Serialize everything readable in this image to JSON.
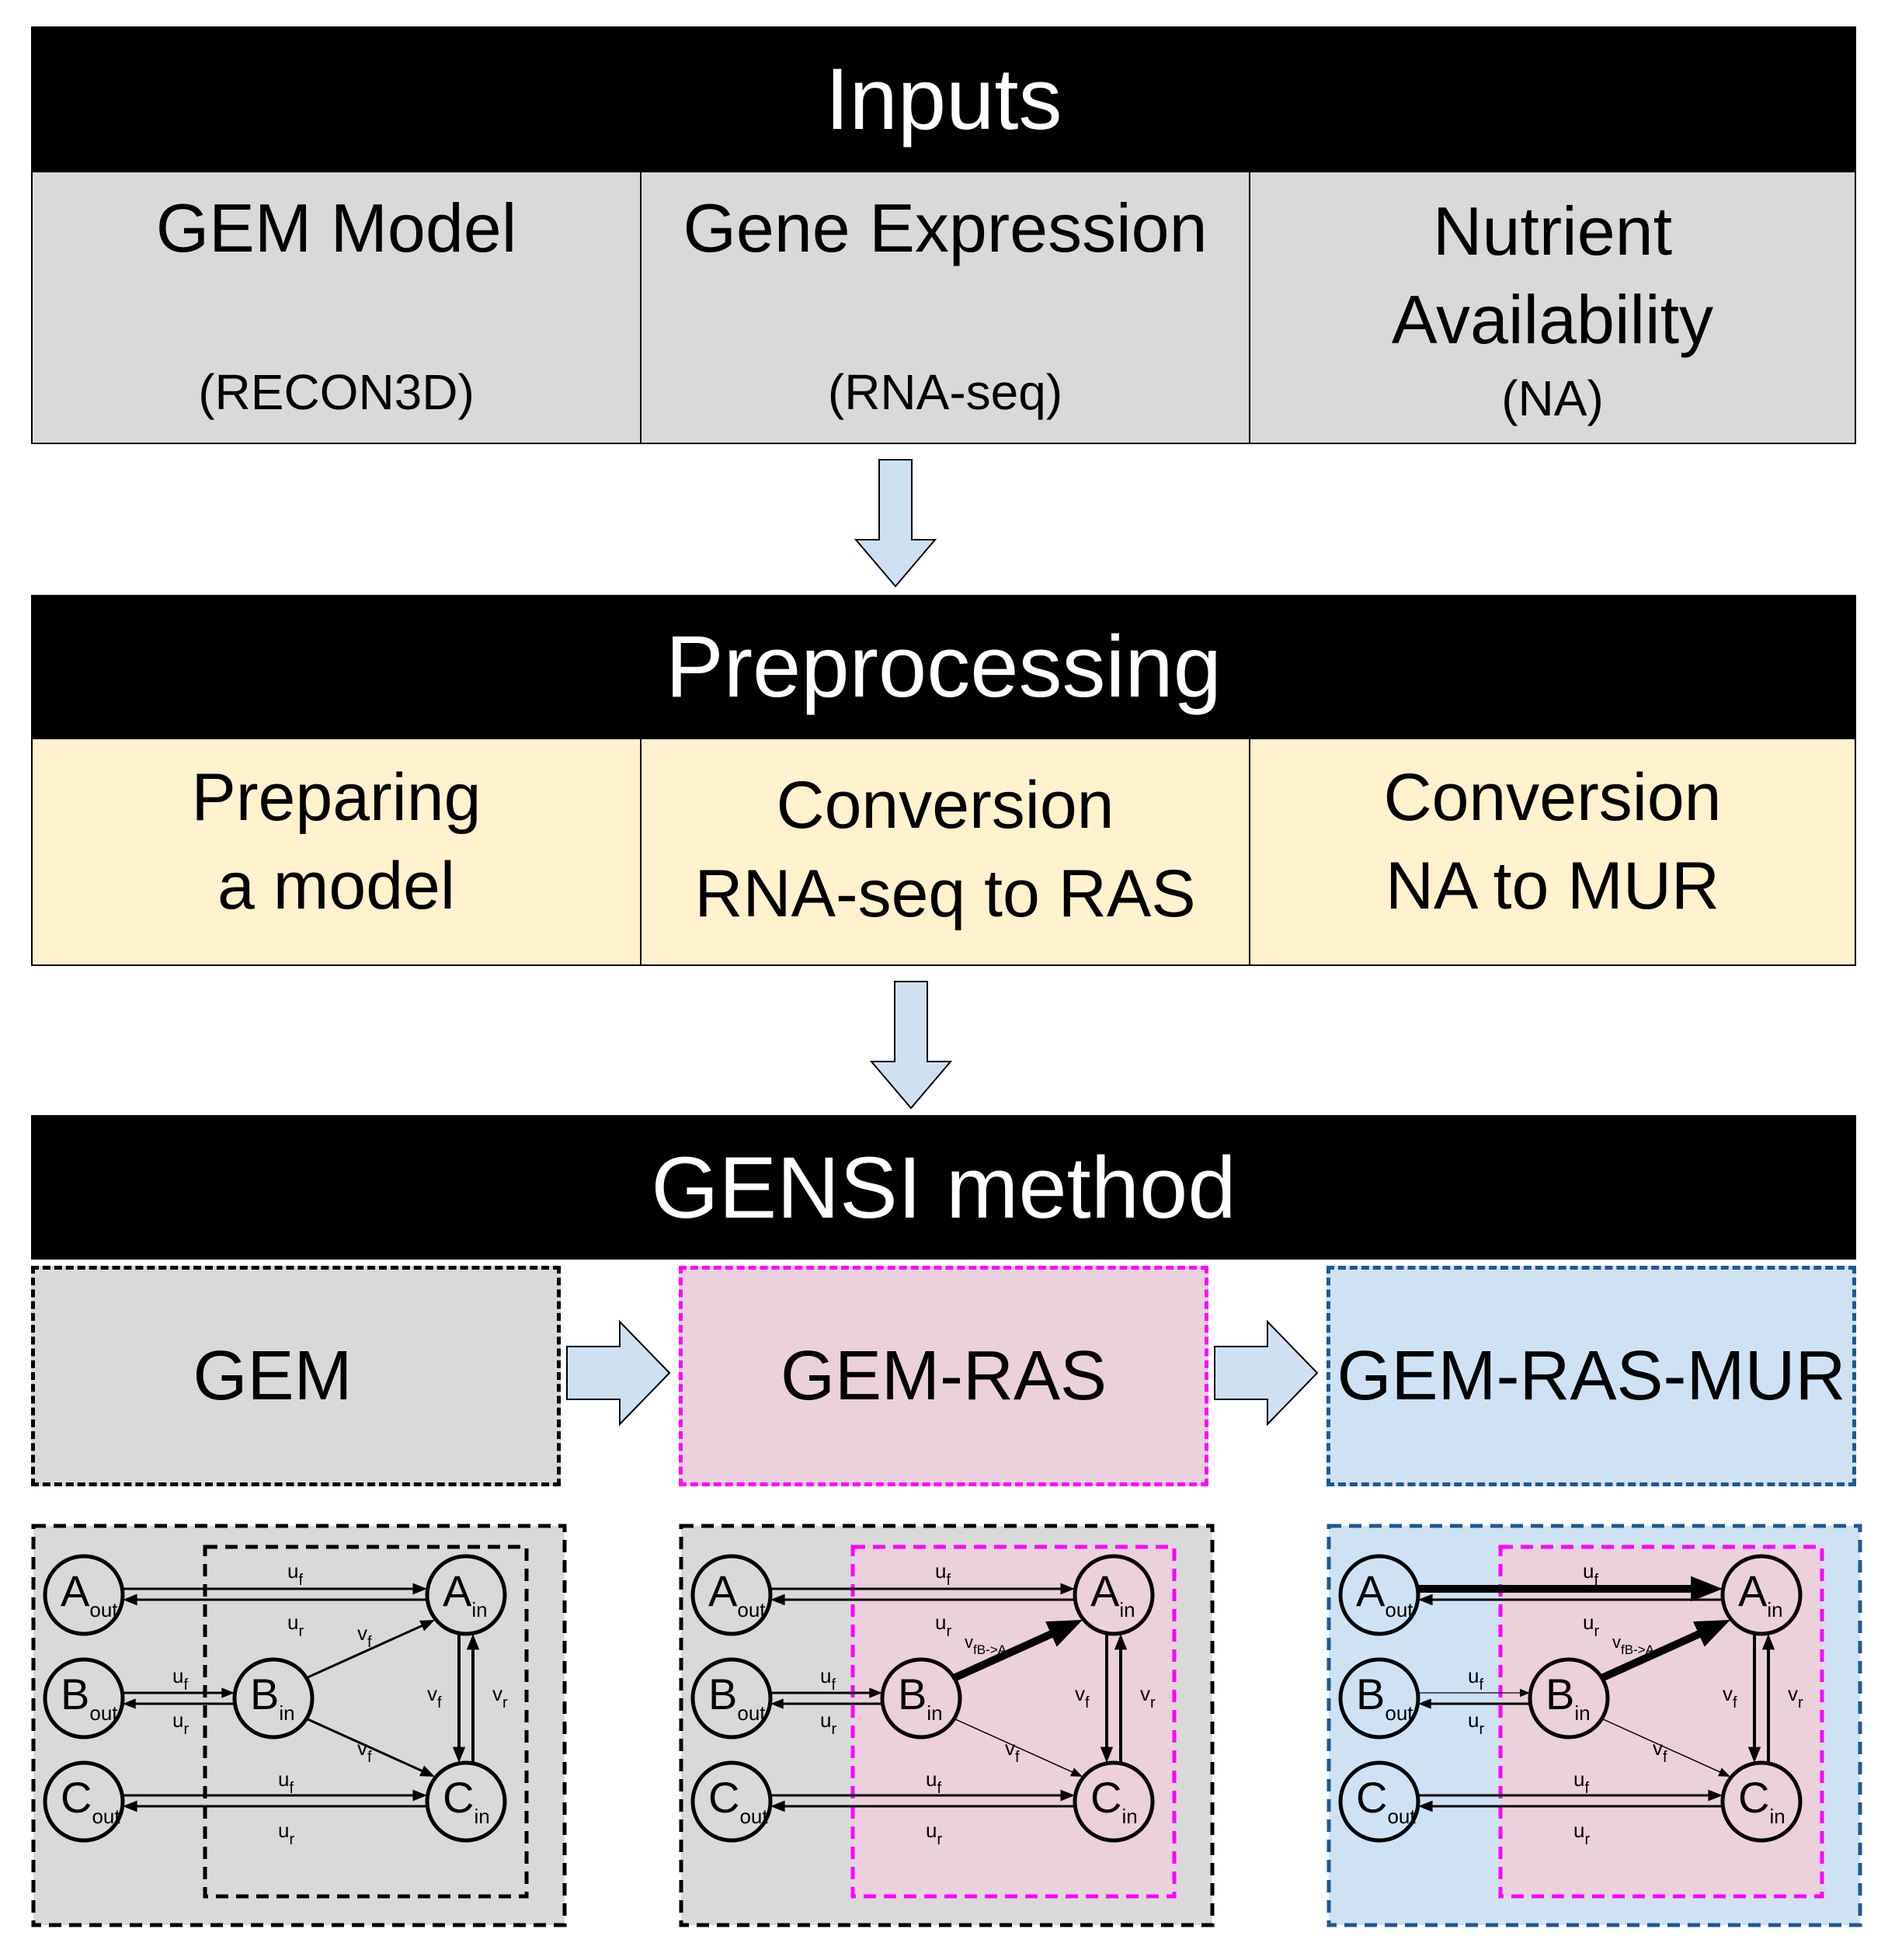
{
  "inputs": {
    "title": "Inputs",
    "items": [
      {
        "title": "GEM Model",
        "sub": "(RECON3D)"
      },
      {
        "title": "Gene Expression",
        "sub": "(RNA-seq)"
      },
      {
        "title_line1": "Nutrient",
        "title_line2": "Availability",
        "sub": "(NA)"
      }
    ]
  },
  "preprocessing": {
    "title": "Preprocessing",
    "items": [
      {
        "line1": "Preparing",
        "line2": "a model"
      },
      {
        "line1": "Conversion",
        "line2": "RNA-seq to RAS"
      },
      {
        "line1": "Conversion",
        "line2": "NA to MUR"
      }
    ]
  },
  "gensi": {
    "title": "GENSI method",
    "stages": [
      "GEM",
      "GEM-RAS",
      "GEM-RAS-MUR"
    ]
  },
  "network": {
    "nodes": {
      "a_out": {
        "base": "A",
        "sub": "out"
      },
      "b_out": {
        "base": "B",
        "sub": "out"
      },
      "c_out": {
        "base": "C",
        "sub": "out"
      },
      "a_in": {
        "base": "A",
        "sub": "in"
      },
      "b_in": {
        "base": "B",
        "sub": "in"
      },
      "c_in": {
        "base": "C",
        "sub": "in"
      }
    },
    "labels": {
      "uf": {
        "base": "u",
        "sub": "f"
      },
      "ur": {
        "base": "u",
        "sub": "r"
      },
      "vf": {
        "base": "v",
        "sub": "f"
      },
      "vr": {
        "base": "v",
        "sub": "r"
      },
      "vfba": {
        "base": "v",
        "sub": "fB->A"
      }
    }
  },
  "colors": {
    "header_bg": "#000000",
    "input_bg": "#d9d9d9",
    "preprocess_bg": "#fff2cc",
    "arrow_fill": "#cfe0f1",
    "gem_bg": "#d9d9d9",
    "ras_bg": "#ead1dc",
    "ras_border": "#ff00ff",
    "mur_bg": "#cfe2f3",
    "mur_border": "#1f5891"
  }
}
